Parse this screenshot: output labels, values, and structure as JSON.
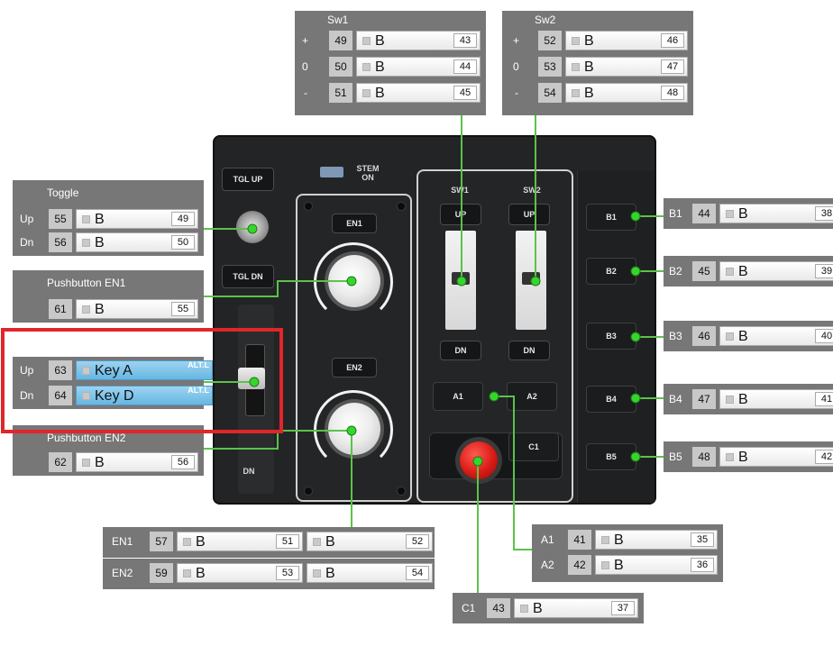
{
  "colors": {
    "wire": "#5cc24b",
    "dot": "#35d62c",
    "overlay": "#777777",
    "highlight": "#e0262b",
    "selected": "#66b7e3"
  },
  "panel": {
    "tgl_up": "TGL UP",
    "tgl_dn": "TGL DN",
    "stem_on": [
      "STEM",
      "ON"
    ],
    "en1": "EN1",
    "en2": "EN2",
    "sw1": "SW1",
    "sw2": "SW2",
    "up": "UP",
    "dn": "DN",
    "a1": "A1",
    "a2": "A2",
    "c1": "C1",
    "dn_mark": "DN",
    "b": [
      "B1",
      "B2",
      "B3",
      "B4",
      "B5"
    ]
  },
  "sw1": {
    "title": "Sw1",
    "rows": [
      {
        "side": "+",
        "num": "49",
        "text": "B",
        "right": "43"
      },
      {
        "side": "0",
        "num": "50",
        "text": "B",
        "right": "44"
      },
      {
        "side": "-",
        "num": "51",
        "text": "B",
        "right": "45"
      }
    ]
  },
  "sw2": {
    "title": "Sw2",
    "rows": [
      {
        "side": "+",
        "num": "52",
        "text": "B",
        "right": "46"
      },
      {
        "side": "0",
        "num": "53",
        "text": "B",
        "right": "47"
      },
      {
        "side": "-",
        "num": "54",
        "text": "B",
        "right": "48"
      }
    ]
  },
  "toggle": {
    "title": "Toggle",
    "rows": [
      {
        "side": "Up",
        "num": "55",
        "text": "B",
        "right": "49"
      },
      {
        "side": "Dn",
        "num": "56",
        "text": "B",
        "right": "50"
      }
    ]
  },
  "pb_en1": {
    "title": "Pushbutton EN1",
    "num": "61",
    "text": "B",
    "right": "55"
  },
  "keys": {
    "rows": [
      {
        "side": "Up",
        "num": "63",
        "text": "Key A",
        "alt": "ALT.L"
      },
      {
        "side": "Dn",
        "num": "64",
        "text": "Key D",
        "alt": "ALT.L"
      }
    ]
  },
  "pb_en2": {
    "title": "Pushbutton EN2",
    "num": "62",
    "text": "B",
    "right": "56"
  },
  "right_buttons": [
    {
      "side": "B1",
      "num": "44",
      "text": "B",
      "right": "38"
    },
    {
      "side": "B2",
      "num": "45",
      "text": "B",
      "right": "39"
    },
    {
      "side": "B3",
      "num": "46",
      "text": "B",
      "right": "40"
    },
    {
      "side": "B4",
      "num": "47",
      "text": "B",
      "right": "41"
    },
    {
      "side": "B5",
      "num": "48",
      "text": "B",
      "right": "42"
    }
  ],
  "en_rows": [
    {
      "side": "EN1",
      "num": "57",
      "text1": "B",
      "right1": "51",
      "text2": "B",
      "right2": "52"
    },
    {
      "side": "EN2",
      "num": "59",
      "text1": "B",
      "right1": "53",
      "text2": "B",
      "right2": "54"
    }
  ],
  "a_rows": [
    {
      "side": "A1",
      "num": "41",
      "text": "B",
      "right": "35"
    },
    {
      "side": "A2",
      "num": "42",
      "text": "B",
      "right": "36"
    }
  ],
  "c1": {
    "side": "C1",
    "num": "43",
    "text": "B",
    "right": "37"
  }
}
